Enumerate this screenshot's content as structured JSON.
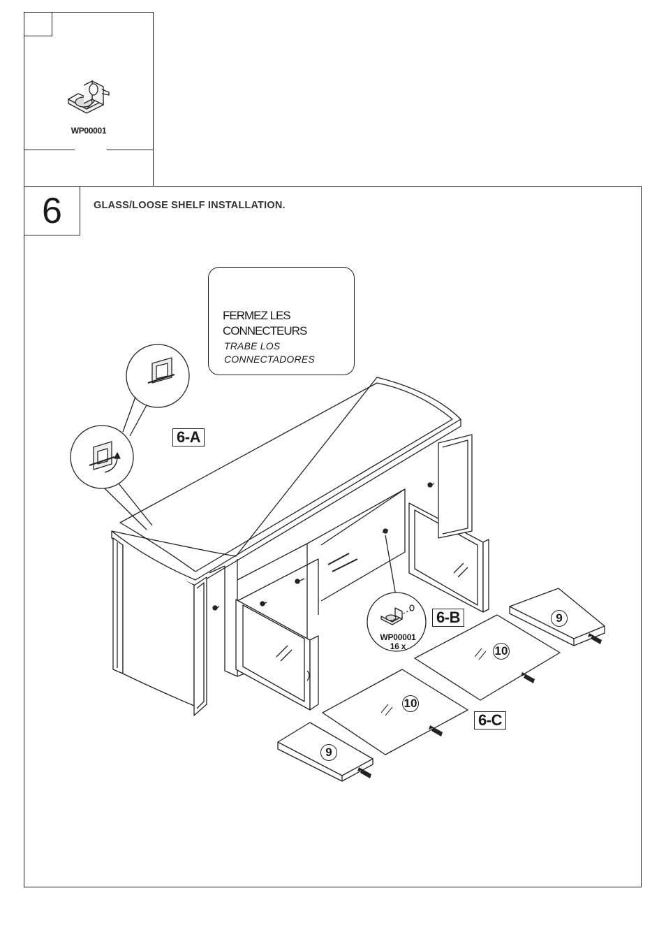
{
  "parts": {
    "code": "WP00001"
  },
  "step": {
    "number": "6",
    "title": "GLASS/LOOSE SHELF INSTALLATION."
  },
  "callout": {
    "french_line1": "FERMEZ LES",
    "french_line2": "CONNECTEURS",
    "spanish_line1": "TRABE LOS",
    "spanish_line2": "CONNECTADORES"
  },
  "labels": {
    "a": "6-A",
    "b": "6-B",
    "c": "6-C"
  },
  "zoom_detail": {
    "part_code": "WP00001",
    "quantity": "16 x"
  },
  "shelves": {
    "loose_shelf_number": "9",
    "glass_shelf_number": "10"
  },
  "icons": {
    "arrow": "insert-arrow-icon",
    "rotate": "rotate-arrow-icon",
    "connector": "shelf-connector-icon"
  }
}
